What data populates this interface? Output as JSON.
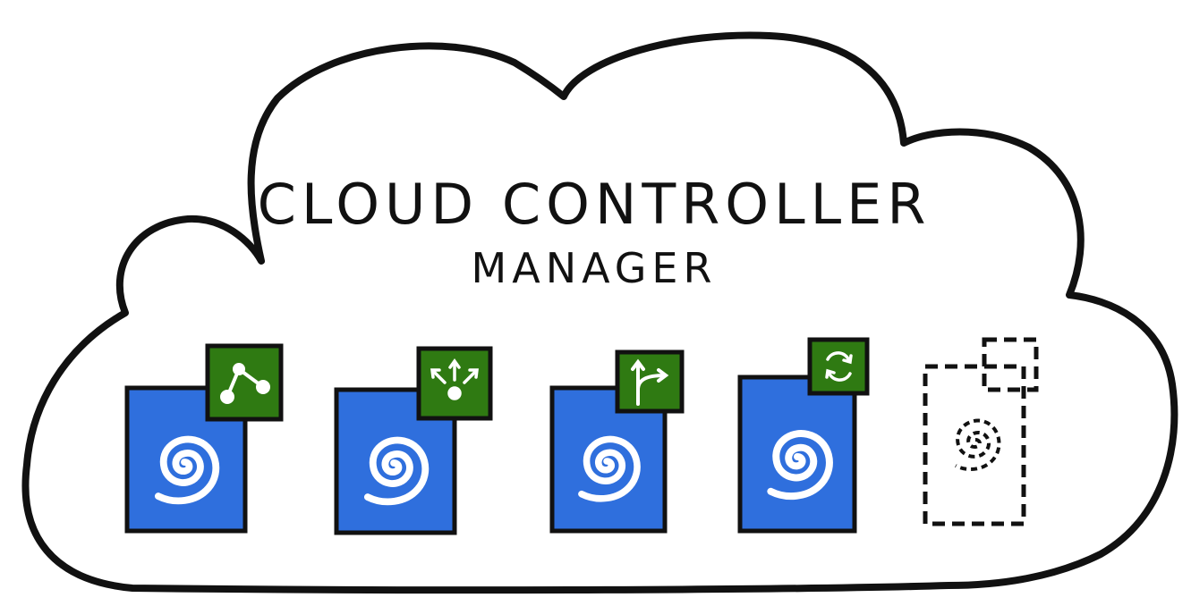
{
  "title": {
    "line1": "CLOUD CONTROLLER",
    "line2": "MANAGER"
  },
  "colors": {
    "cloud_outline": "#111111",
    "page_fill": "#2f6fdd",
    "badge_fill": "#2f7a12",
    "icon_white": "#ffffff",
    "placeholder_outline": "#111111"
  },
  "components": [
    {
      "id": "node",
      "badge_icon": "node-link-icon",
      "page_icon": "swirl-icon"
    },
    {
      "id": "service",
      "badge_icon": "load-balancer-arrows-icon",
      "page_icon": "swirl-icon"
    },
    {
      "id": "route",
      "badge_icon": "route-fork-icon",
      "page_icon": "swirl-icon"
    },
    {
      "id": "volume",
      "badge_icon": "refresh-cycle-icon",
      "page_icon": "swirl-icon"
    },
    {
      "id": "placeholder",
      "badge_icon": "dashed-square-icon",
      "page_icon": "dashed-swirl-icon"
    }
  ]
}
